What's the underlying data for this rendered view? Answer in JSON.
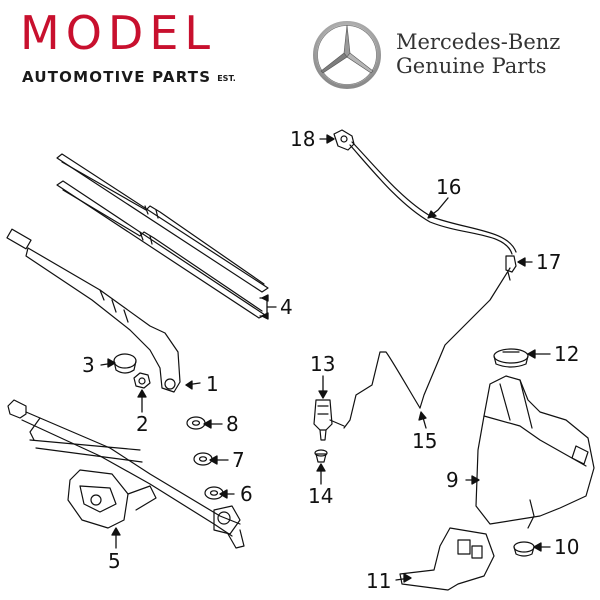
{
  "header": {
    "brand": "MODEL",
    "brand_sub": "AUTOMOTIVE PARTS",
    "brand_est": "EST.",
    "oem_name": "Mercedes-Benz",
    "oem_sub": "Genuine Parts"
  },
  "colors": {
    "brand_red": "#c8102e",
    "line": "#111111"
  },
  "callouts": {
    "c1": "1",
    "c2": "2",
    "c3": "3",
    "c4": "4",
    "c5": "5",
    "c6": "6",
    "c7": "7",
    "c8": "8",
    "c9": "9",
    "c10": "10",
    "c11": "11",
    "c12": "12",
    "c13": "13",
    "c14": "14",
    "c15": "15",
    "c16": "16",
    "c17": "17",
    "c18": "18"
  }
}
